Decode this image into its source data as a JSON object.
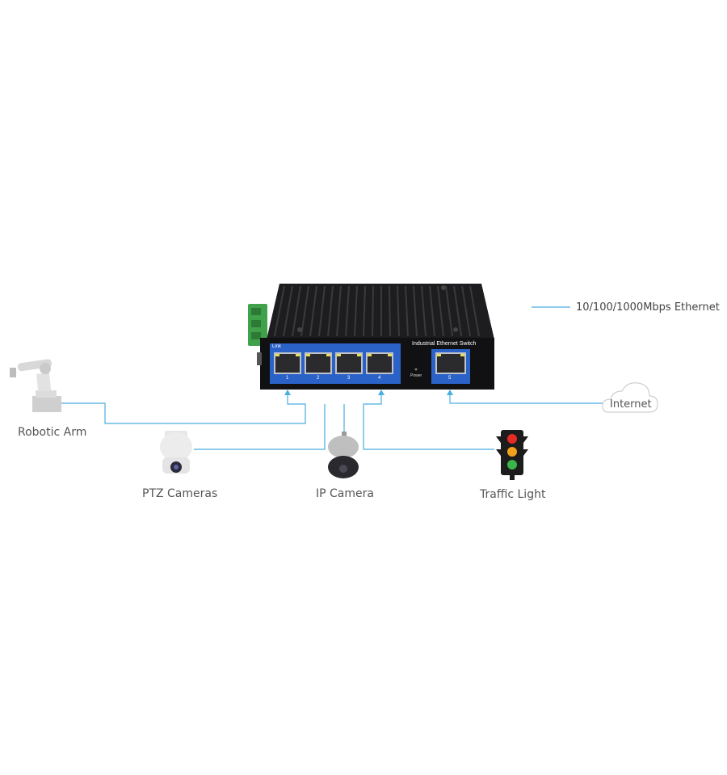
{
  "legend": {
    "label": "10/100/1000Mbps Ethernet",
    "line_color": "#3aa6dc"
  },
  "switch": {
    "title": "Industrial Ethernet Switch",
    "link_label": "Link",
    "power_label": "Power",
    "ports": [
      "1",
      "2",
      "3",
      "4",
      "5"
    ],
    "panel_color": "#2a62c8"
  },
  "devices": {
    "robotic_arm": "Robotic Arm",
    "ptz_cameras": "PTZ Cameras",
    "ip_camera": "IP Camera",
    "traffic_light": "Traffic Light",
    "internet": "Internet"
  }
}
